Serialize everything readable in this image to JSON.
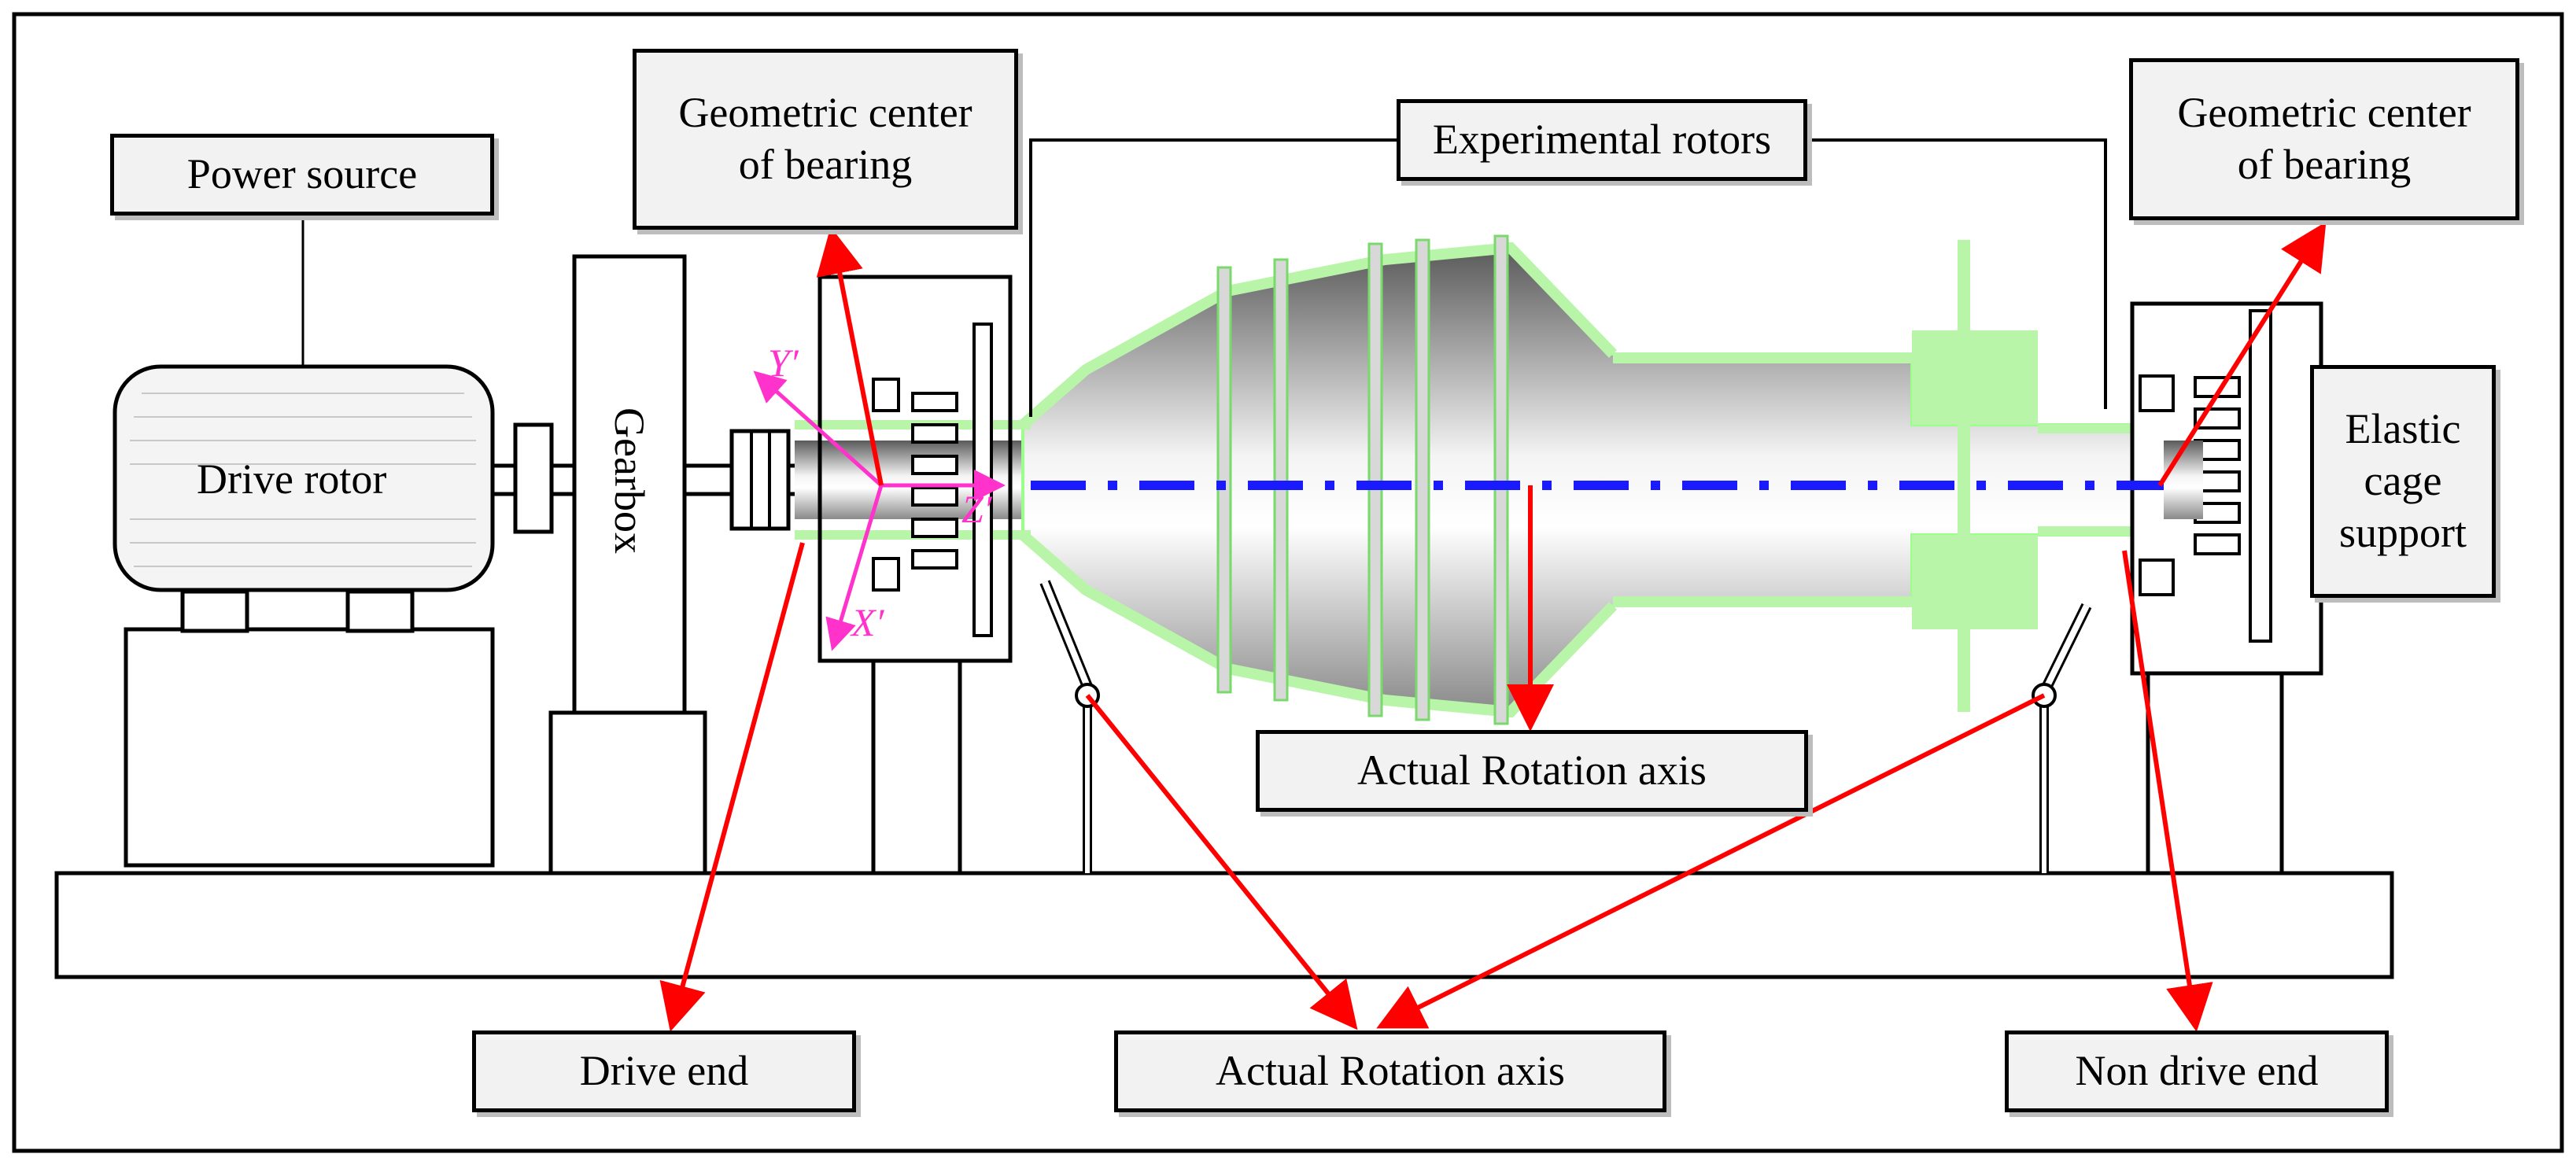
{
  "labels": {
    "power_source": "Power source",
    "drive_rotor": "Drive rotor",
    "gearbox": "Gearbox",
    "geometric_center_left": [
      "Geometric center",
      "of bearing"
    ],
    "experimental_rotors": "Experimental rotors",
    "geometric_center_right": [
      "Geometric center",
      "of bearing"
    ],
    "elastic_cage_support": [
      "Elastic",
      "cage",
      "support"
    ],
    "actual_rotation_axis_mid": "Actual Rotation axis",
    "drive_end": "Drive end",
    "actual_rotation_axis_bottom": "Actual Rotation axis",
    "non_drive_end": "Non drive end"
  },
  "axes": {
    "y": "Y′",
    "x": "X′",
    "z": "Z′"
  },
  "colors": {
    "arrow": "#ff0000",
    "axis_line": "#1a1aff",
    "coordinate_axes": "#ff33cc",
    "rotor_highlight": "#b8f5a8",
    "label_fill": "#f2f2f2"
  }
}
